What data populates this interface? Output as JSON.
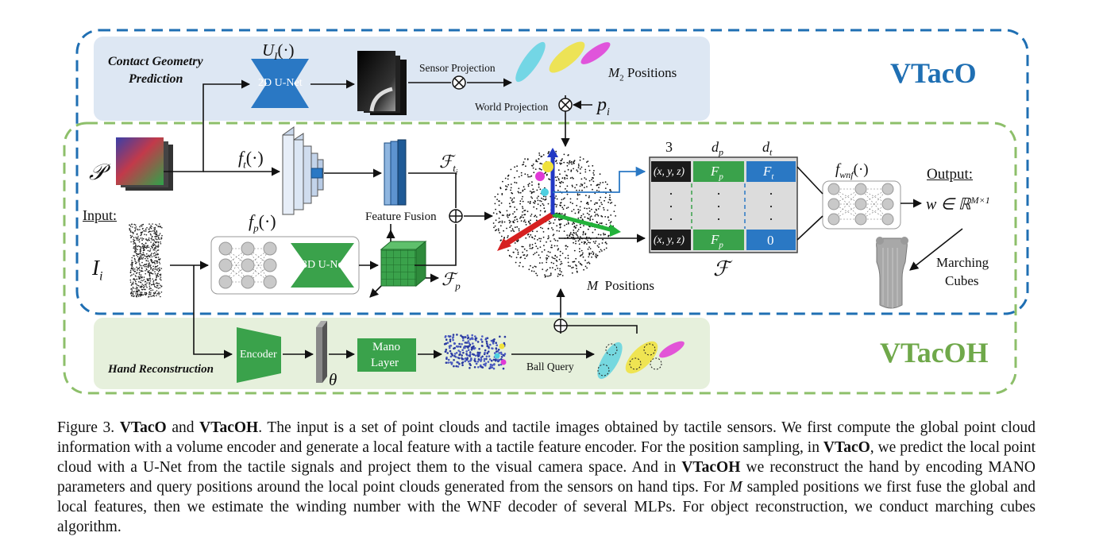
{
  "figure": {
    "vtaco_title": "VTacO",
    "vtacoh_title": "VTacOH",
    "contact_geometry_prediction": [
      "Contact Geometry",
      "Prediction"
    ],
    "hand_reconstruction": "Hand Reconstruction",
    "unet_fn": "U",
    "unet_fn_sub": "I",
    "unet_fn_arg": "(·)",
    "unet_2d": "2D U-Net",
    "unet_3d": "3D U-Net",
    "sensor_projection": "Sensor Projection",
    "world_projection": "World Projection",
    "m2_positions": "Positions",
    "m2_symbol": "M",
    "m2_sub": "2",
    "p_i": "p",
    "p_i_sub": "i",
    "P_symbol": "𝒫",
    "input_label": "Input:",
    "I_symbol": "I",
    "I_sub": "i",
    "ft_fn": "f",
    "ft_sub": "t",
    "ft_arg": "(·)",
    "fp_fn": "f",
    "fp_sub": "p",
    "fp_arg": "(·)",
    "F_ti": "ℱ",
    "F_ti_sub": "t",
    "F_ti_subsub": "i",
    "F_p": "ℱ",
    "F_p_sub": "p",
    "feature_fusion": "Feature Fusion",
    "m_positions_symbol": "M",
    "m_positions": "Positions",
    "table_headers": [
      "3",
      "d",
      "d"
    ],
    "table_header_subs": [
      "",
      "p",
      "t"
    ],
    "table_row1": [
      "(x, y, z)",
      "F",
      "F"
    ],
    "table_row1_subs": [
      "",
      "p",
      "t"
    ],
    "table_row_last": [
      "(x, y, z)",
      "F",
      "0"
    ],
    "table_row_last_subs": [
      "",
      "p",
      ""
    ],
    "table_F": "ℱ",
    "fwnf_fn": "f",
    "fwnf_sub": "wnf",
    "fwnf_arg": "(·)",
    "output_label": "Output:",
    "output_formula": "w ∈ ℝ",
    "output_sup": "M×1",
    "marching_cubes": [
      "Marching",
      "Cubes"
    ],
    "encoder": "Encoder",
    "theta": "θ",
    "mano_layer": [
      "Mano",
      "Layer"
    ],
    "ball_query": "Ball Query",
    "colors": {
      "blue_frame": "#1f6fb3",
      "green_frame": "#8dbf6a",
      "blue_panel": "#dde7f3",
      "green_panel": "#e6f0dc",
      "unet_blue": "#2a78c4",
      "green_block": "#3aa24b",
      "table_dark": "#1b1b1b",
      "table_gray": "#dcdcdc"
    }
  },
  "caption": {
    "p1_a": "Figure 3. ",
    "p1_b": "VTacO",
    "p1_c": " and ",
    "p1_d": "VTacOH",
    "p1_e": ". The input is a set of point clouds and tactile images obtained by tactile sensors. We first compute the global point cloud information with a volume encoder and generate a local feature with a tactile feature encoder. For the position sampling, in ",
    "p1_f": "VTacO",
    "p1_g": ", we predict the local point cloud with a U-Net from the tactile signals and project them to the visual camera space. And in ",
    "p1_h": "VTacOH",
    "p1_i": " we reconstruct the hand by encoding MANO parameters and query positions around the local point clouds generated from the sensors on hand tips. For ",
    "p1_j": "M",
    "p1_k": " sampled positions we first fuse the global and local features, then we estimate the winding number with the WNF decoder of several MLPs. For object reconstruction, we conduct marching cubes algorithm."
  }
}
